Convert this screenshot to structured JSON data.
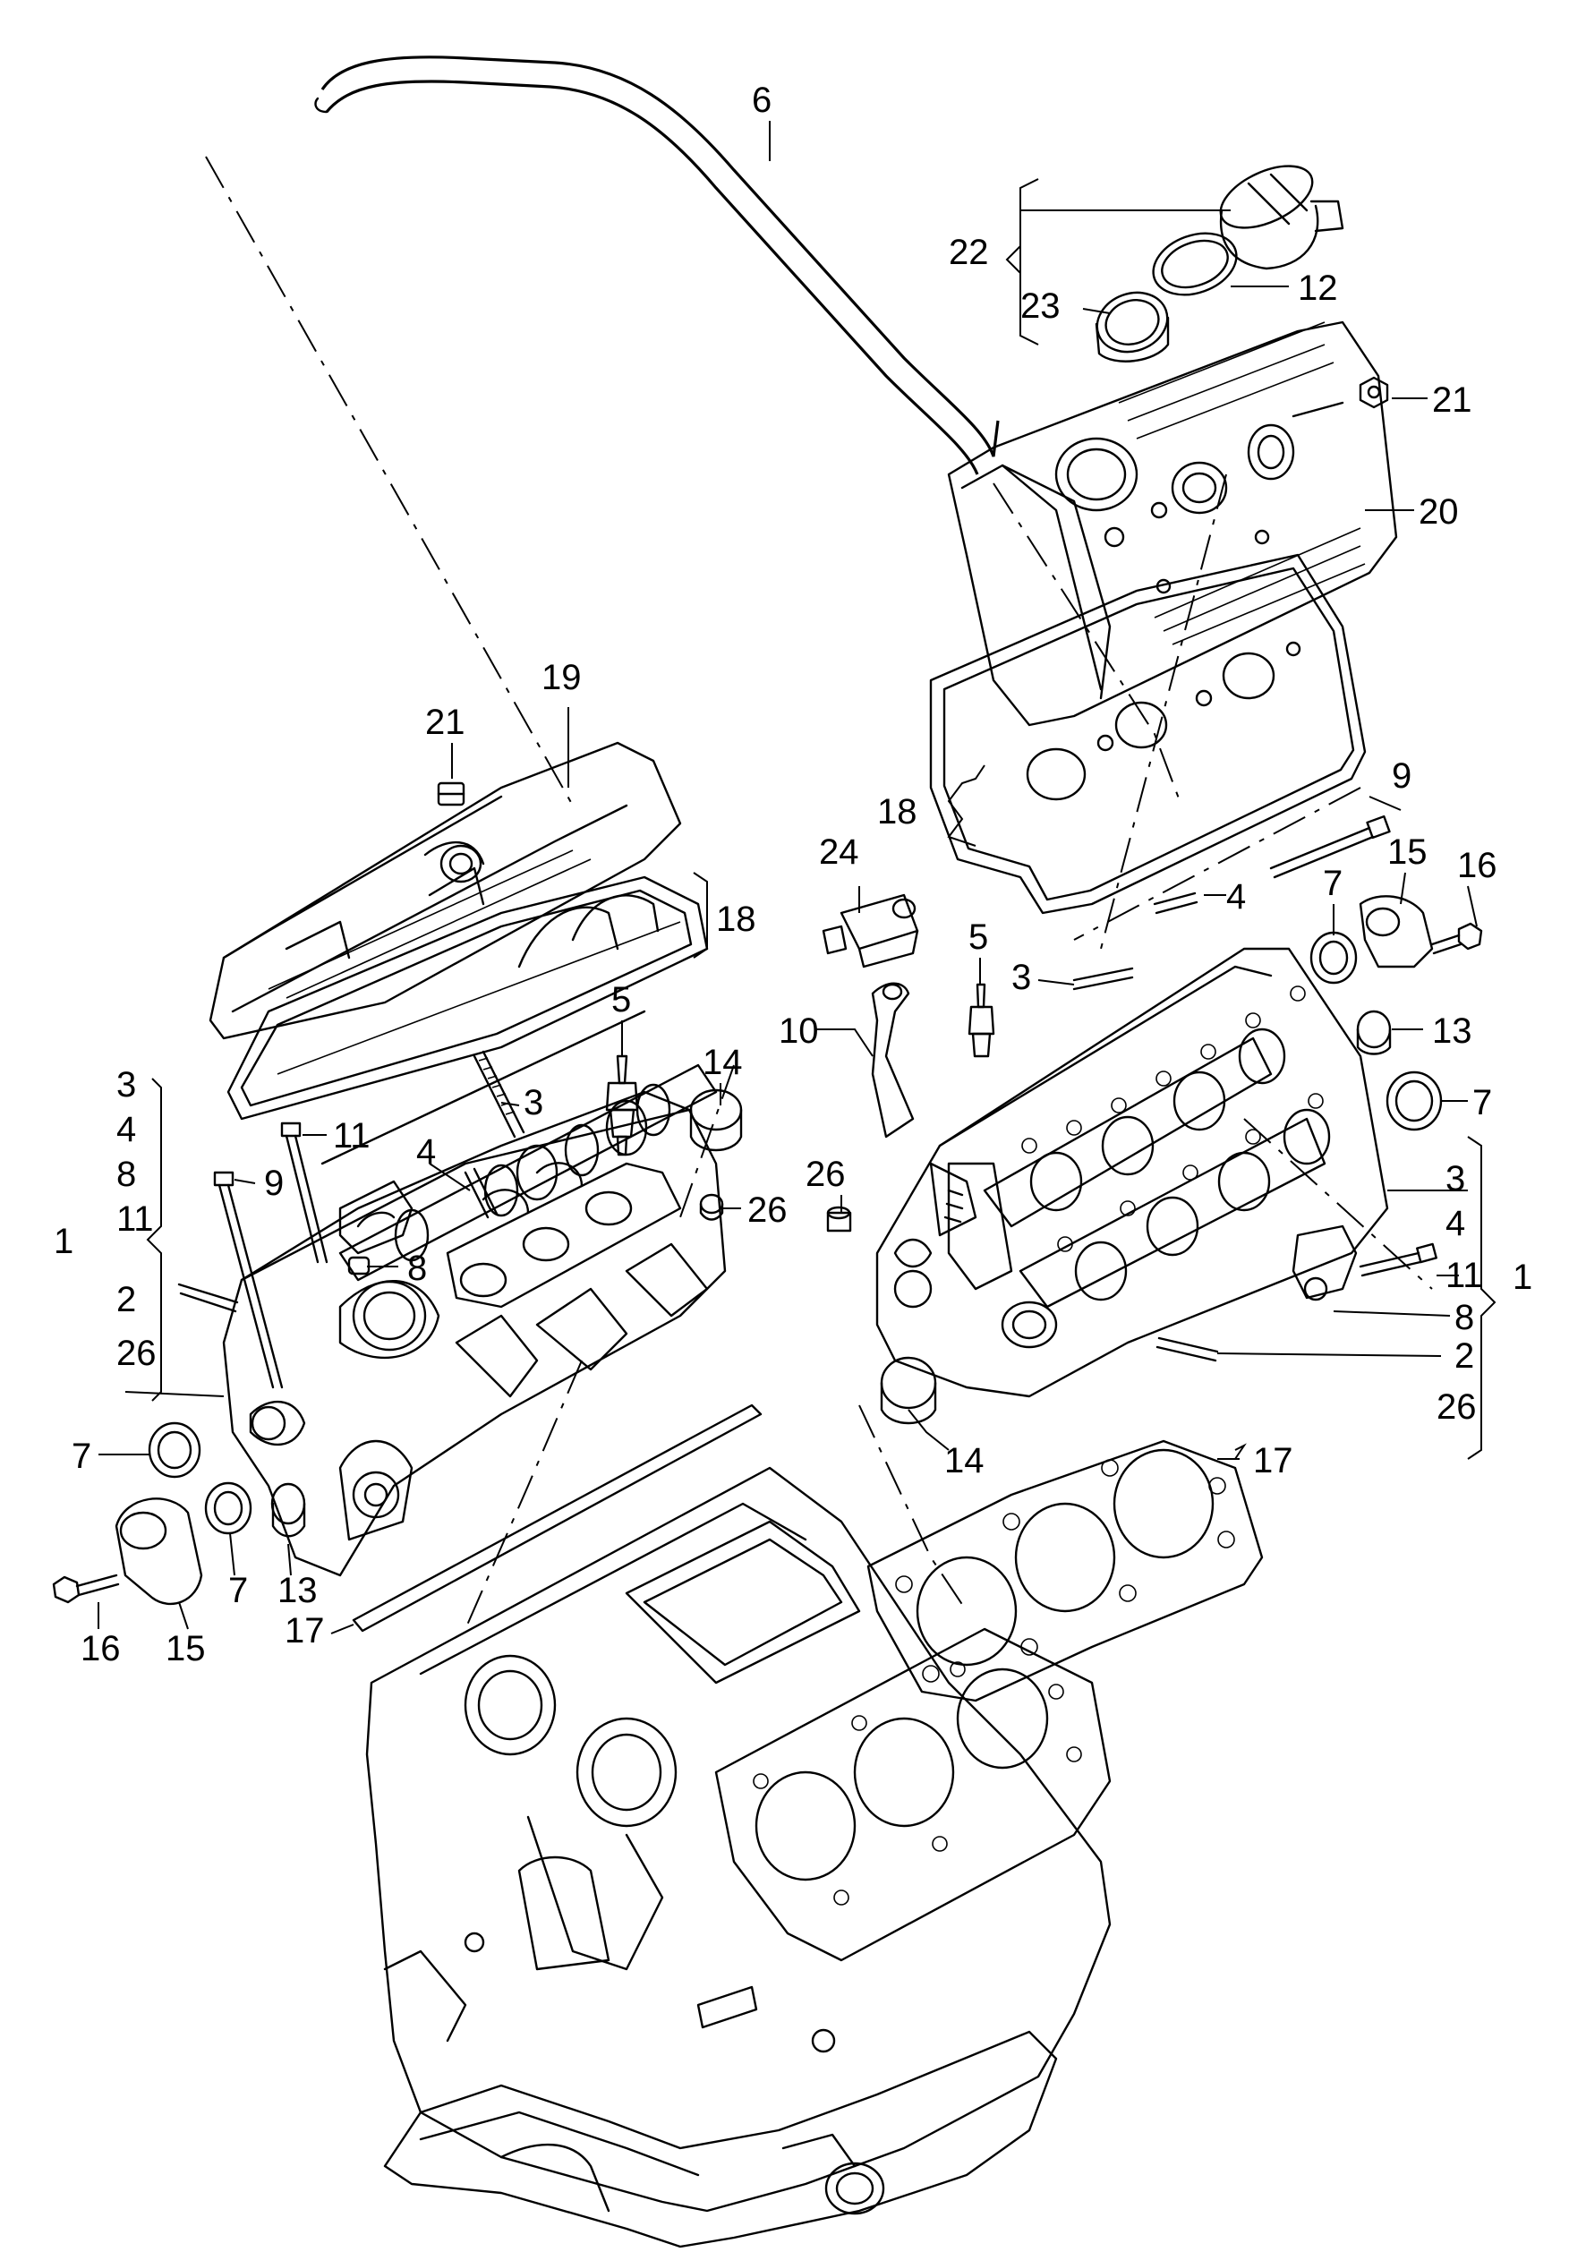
{
  "callouts": {
    "c6": "6",
    "c22": "22",
    "c12": "12",
    "c23": "23",
    "c21_right": "21",
    "c20": "20",
    "c19": "19",
    "c21_left": "21",
    "c18_left": "18",
    "c18_right": "18",
    "c9_right": "9",
    "c24": "24",
    "c4_right": "4",
    "c15_right": "15",
    "c16_right": "16",
    "c7_right_top": "7",
    "c5_right": "5",
    "c3_right": "3",
    "c13_right": "13",
    "c10": "10",
    "c7_right_low": "7",
    "c5_left": "5",
    "c14_left": "14",
    "c3_left": "3",
    "c11_left": "11",
    "c9_left": "9",
    "c4_left": "4",
    "c26_left": "26",
    "c8_left": "8",
    "c26_right": "26",
    "group_left_3": "3",
    "group_left_4": "4",
    "group_left_8": "8",
    "group_left_11": "11",
    "group_left_1": "1",
    "c2_left": "2",
    "group_left_26": "26",
    "group_right_3": "3",
    "group_right_4": "4",
    "c11_right": "11",
    "group_right_1": "1",
    "c8_right": "8",
    "c2_right": "2",
    "group_right_26": "26",
    "c7_left": "7",
    "c14_right": "14",
    "c17_right": "17",
    "c7_left_low": "7",
    "c13_left": "13",
    "c16_left": "16",
    "c15_left": "15",
    "c17_left": "17"
  }
}
